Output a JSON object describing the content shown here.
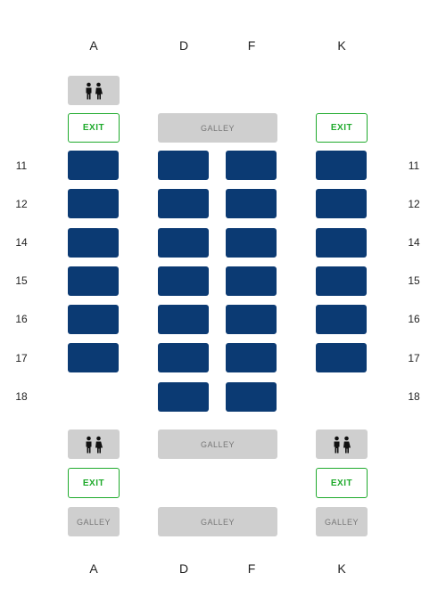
{
  "columns": {
    "top": [
      "A",
      "D",
      "F",
      "K"
    ],
    "bottom": [
      "A",
      "D",
      "F",
      "K"
    ]
  },
  "rows": [
    "11",
    "12",
    "14",
    "15",
    "16",
    "17",
    "18"
  ],
  "labels": {
    "exit": "EXIT",
    "galley": "GALLEY"
  },
  "icons": {
    "lavatory": "lavatory-icon"
  },
  "colors": {
    "seat": "#0b3a73",
    "facility": "#cfcfcf",
    "exit": "#1faa2c"
  }
}
